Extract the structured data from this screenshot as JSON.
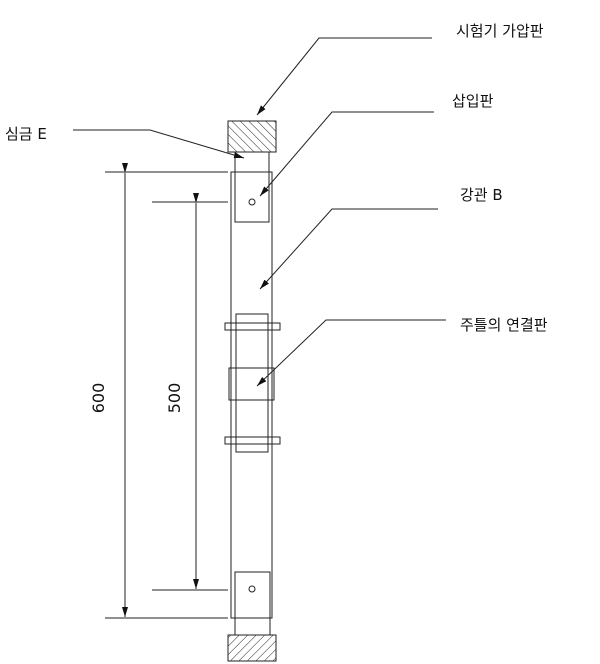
{
  "labels": {
    "press_plate": "시험기 가압판",
    "insert_plate": "삽입판",
    "steel_pipe": "강관 B",
    "core_bar": "심금 E",
    "frame_connector": "주틀의 연결판"
  },
  "dimensions": {
    "outer": "600",
    "inner": "500"
  }
}
